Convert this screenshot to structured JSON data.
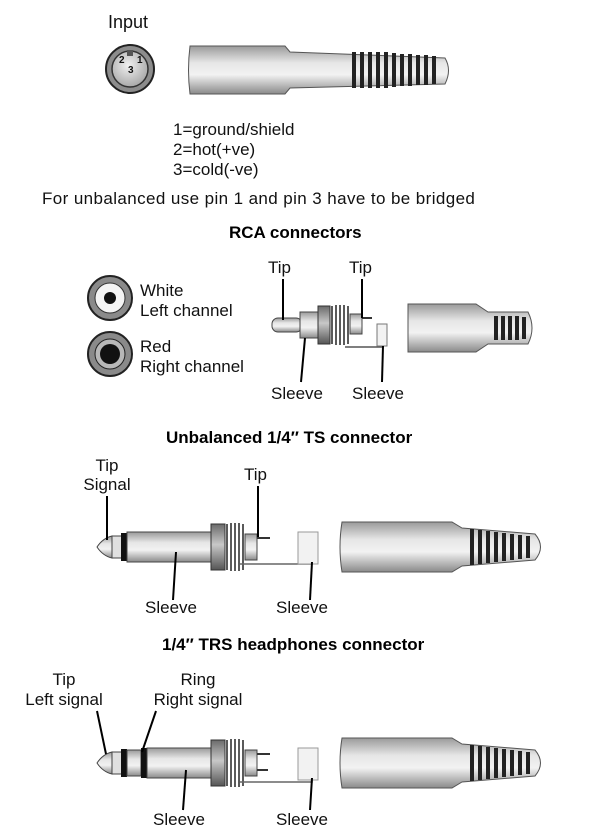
{
  "xlr": {
    "input_label": "Input",
    "pins": [
      "2",
      "1",
      "3"
    ],
    "legend": [
      "1=ground/shield",
      "2=hot(+ve)",
      "3=cold(-ve)"
    ],
    "note": "For unbalanced use pin 1 and pin 3 have to be bridged"
  },
  "rca": {
    "heading": "RCA connectors",
    "white_line1": "White",
    "white_line2": "Left channel",
    "red_line1": "Red",
    "red_line2": "Right channel",
    "tip_a": "Tip",
    "tip_b": "Tip",
    "sleeve_a": "Sleeve",
    "sleeve_b": "Sleeve"
  },
  "ts": {
    "heading": "Unbalanced 1/4″ TS connector",
    "tip_signal_1": "Tip",
    "tip_signal_2": "Signal",
    "tip": "Tip",
    "sleeve_a": "Sleeve",
    "sleeve_b": "Sleeve"
  },
  "trs": {
    "heading": "1/4″ TRS headphones connector",
    "tip_1": "Tip",
    "tip_2": "Left signal",
    "ring_1": "Ring",
    "ring_2": "Right signal",
    "sleeve_a": "Sleeve",
    "sleeve_b": "Sleeve"
  }
}
